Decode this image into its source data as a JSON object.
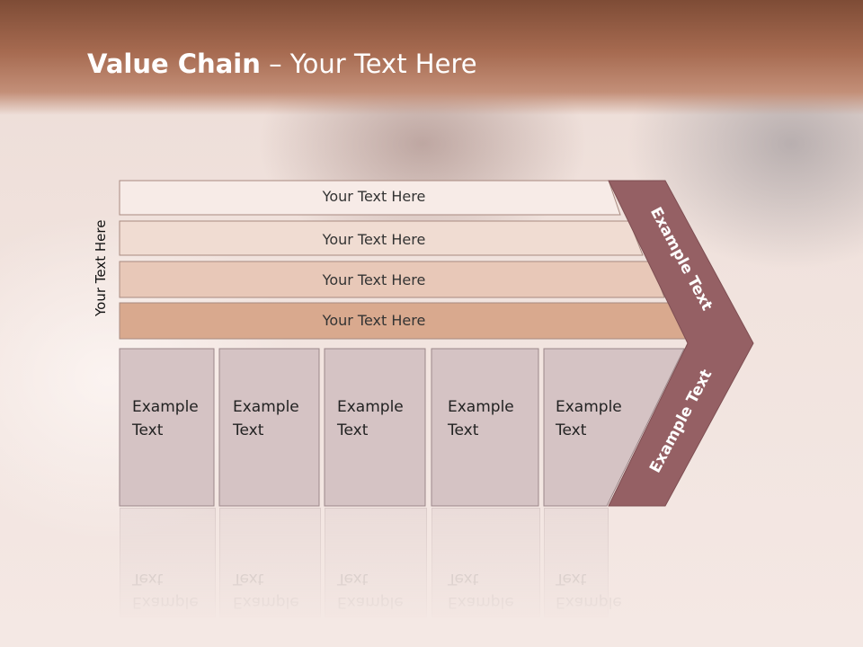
{
  "slide": {
    "title_bold": "Value Chain",
    "title_rest": " – Your Text Here",
    "side_label": "Your Text Here"
  },
  "bars": [
    {
      "label": "Your Text Here"
    },
    {
      "label": "Your Text Here"
    },
    {
      "label": "Your Text Here"
    },
    {
      "label": "Your Text Here"
    }
  ],
  "boxes": [
    {
      "label": "Example Text"
    },
    {
      "label": "Example Text"
    },
    {
      "label": "Example Text"
    },
    {
      "label": "Example Text"
    },
    {
      "label": "Example Text"
    }
  ],
  "chevron": {
    "upper_label": "Example Text",
    "lower_label": "Example Text"
  },
  "colors": {
    "bar1": "#f7ebe7",
    "bar2": "#f0dcd2",
    "bar3": "#e8c8b8",
    "bar4": "#d9a98e",
    "box": "#d5c3c4",
    "chevron": "#956064"
  }
}
